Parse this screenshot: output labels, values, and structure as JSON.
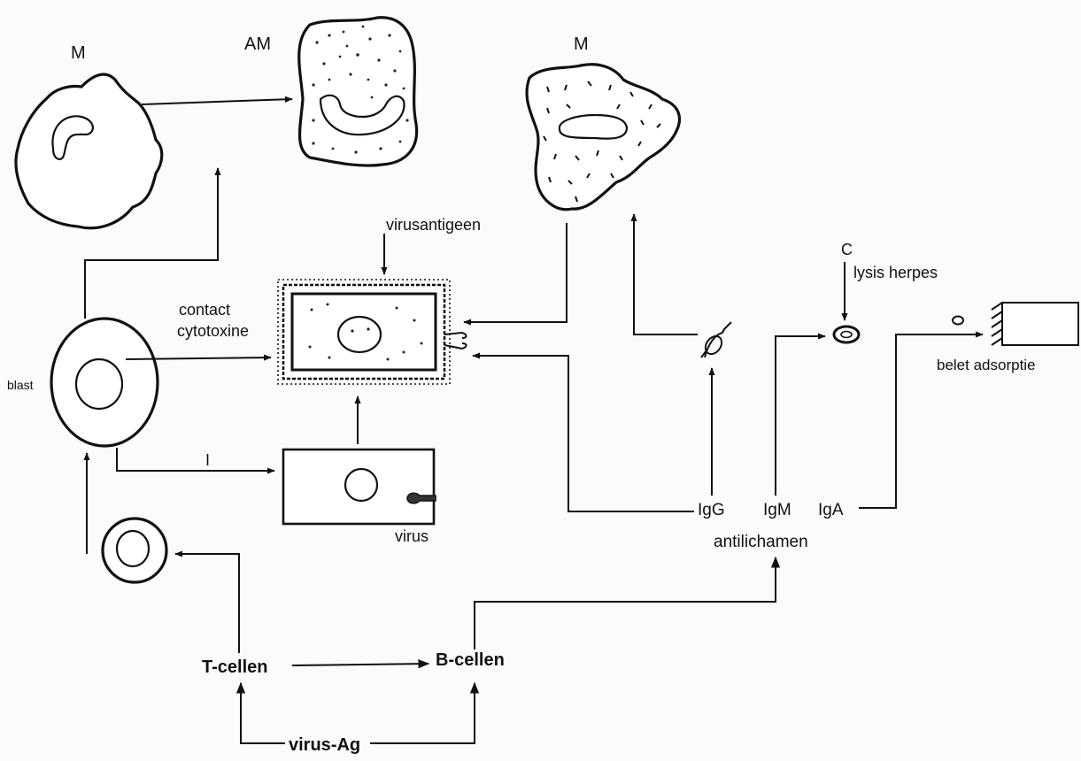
{
  "diagram": {
    "labels": {
      "macrophage_left": "M",
      "activated_macrophage": "AM",
      "macrophage_right": "M",
      "virusantigen": "virusantigeen",
      "contact_line1": "contact",
      "contact_line2": "cytotoxine",
      "blast": "blast",
      "interferon": "I",
      "virus": "virus",
      "complement": "C",
      "lysis": "lysis herpes",
      "adsorption": "belet adsorptie",
      "igg": "IgG",
      "igm": "IgM",
      "iga": "IgA",
      "antibodies": "antilichamen",
      "t_cells": "T-cellen",
      "b_cells": "B-cellen",
      "virus_ag": "virus-Ag"
    }
  }
}
